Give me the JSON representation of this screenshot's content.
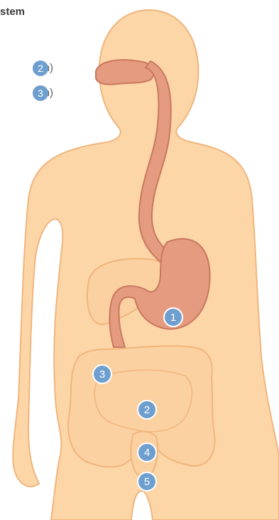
{
  "title": "stem",
  "legend": [
    {
      "text": "um)",
      "number": "2"
    },
    {
      "text": "on)",
      "number": "3"
    }
  ],
  "markers": [
    "1",
    "2",
    "3",
    "4",
    "5"
  ],
  "colors": {
    "skin": "#fcd6a6",
    "skin_outline": "#f0b57f",
    "gut": "#e59b7f",
    "gut_outline": "#c9785e",
    "marker": "#6f9fce"
  }
}
